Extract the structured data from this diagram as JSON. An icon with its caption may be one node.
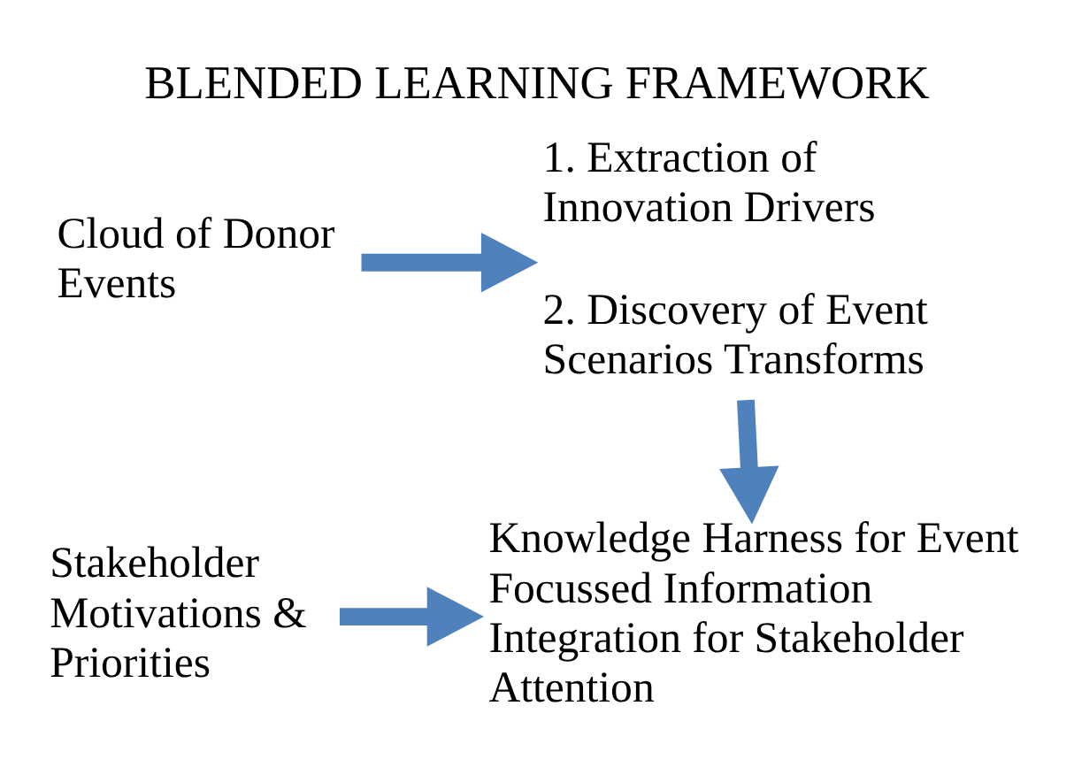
{
  "diagram": {
    "title": "BLENDED LEARNING FRAMEWORK",
    "nodes": [
      {
        "text": [
          "Cloud of Donor Events"
        ]
      },
      {
        "text": [
          "1. Extraction of Innovation Drivers",
          "2. Discovery of Event Scenarios Transforms"
        ]
      },
      {
        "text": [
          "Stakeholder Motivations & Priorities"
        ]
      },
      {
        "text": [
          "Knowledge Harness for Event Focussed Information Integration for Stakeholder Attention"
        ]
      }
    ],
    "edges": [
      {
        "from": 0,
        "to": 1,
        "arrow": "to"
      },
      {
        "from": 1,
        "to": 3,
        "arrow": "to"
      },
      {
        "from": 2,
        "to": 3,
        "arrow": "to"
      }
    ]
  }
}
